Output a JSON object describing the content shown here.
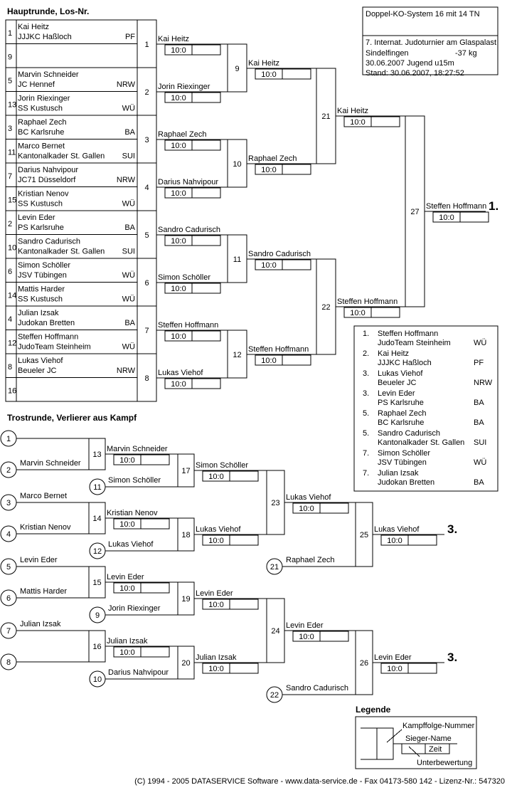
{
  "main": {
    "title": "Hauptrunde, Los-Nr.",
    "draw": [
      {
        "los": "1",
        "name": "Kai Heitz",
        "club": "JJJKC Haßloch",
        "region": "PF"
      },
      {
        "los": "9",
        "name": "",
        "club": "",
        "region": ""
      },
      {
        "los": "5",
        "name": "Marvin Schneider",
        "club": "JC Hennef",
        "region": "NRW"
      },
      {
        "los": "13",
        "name": "Jorin Riexinger",
        "club": "SS Kustusch",
        "region": "WÜ"
      },
      {
        "los": "3",
        "name": "Raphael Zech",
        "club": "BC Karlsruhe",
        "region": "BA"
      },
      {
        "los": "11",
        "name": "Marco Bernet",
        "club": "Kantonalkader St. Gallen",
        "region": "SUI"
      },
      {
        "los": "7",
        "name": "Darius Nahvipour",
        "club": "JC71 Düsseldorf",
        "region": "NRW"
      },
      {
        "los": "15",
        "name": "Kristian Nenov",
        "club": "SS Kustusch",
        "region": "WÜ"
      },
      {
        "los": "2",
        "name": "Levin Eder",
        "club": "PS Karlsruhe",
        "region": "BA"
      },
      {
        "los": "10",
        "name": "Sandro Cadurisch",
        "club": "Kantonalkader St. Gallen",
        "region": "SUI"
      },
      {
        "los": "6",
        "name": "Simon Schöller",
        "club": "JSV Tübingen",
        "region": "WÜ"
      },
      {
        "los": "14",
        "name": "Mattis Harder",
        "club": "SS Kustusch",
        "region": "WÜ"
      },
      {
        "los": "4",
        "name": "Julian Izsak",
        "club": "Judokan Bretten",
        "region": "BA"
      },
      {
        "los": "12",
        "name": "Steffen Hoffmann",
        "club": "JudoTeam Steinheim",
        "region": "WÜ"
      },
      {
        "los": "8",
        "name": "Lukas Viehof",
        "club": "Beueler JC",
        "region": "NRW"
      },
      {
        "los": "16",
        "name": "",
        "club": "",
        "region": ""
      }
    ],
    "round1": [
      {
        "num": "1",
        "winner": "Kai Heitz",
        "score": "10:0"
      },
      {
        "num": "2",
        "winner": "Jorin Riexinger",
        "score": "10:0"
      },
      {
        "num": "3",
        "winner": "Raphael Zech",
        "score": "10:0"
      },
      {
        "num": "4",
        "winner": "Darius Nahvipour",
        "score": "10:0"
      },
      {
        "num": "5",
        "winner": "Sandro Cadurisch",
        "score": "10:0"
      },
      {
        "num": "6",
        "winner": "Simon Schöller",
        "score": "10:0"
      },
      {
        "num": "7",
        "winner": "Steffen Hoffmann",
        "score": "10:0"
      },
      {
        "num": "8",
        "winner": "Lukas Viehof",
        "score": "10:0"
      }
    ],
    "round2": [
      {
        "num": "9",
        "winner": "Kai Heitz",
        "score": "10:0"
      },
      {
        "num": "10",
        "winner": "Raphael Zech",
        "score": "10:0"
      },
      {
        "num": "11",
        "winner": "Sandro Cadurisch",
        "score": "10:0"
      },
      {
        "num": "12",
        "winner": "Steffen Hoffmann",
        "score": "10:0"
      }
    ],
    "round3": [
      {
        "num": "21",
        "winner": "Kai Heitz",
        "score": "10:0"
      },
      {
        "num": "22",
        "winner": "Steffen Hoffmann",
        "score": "10:0"
      }
    ],
    "final": {
      "num": "27",
      "winner": "Steffen Hoffmann",
      "score": "10:0",
      "place": "1."
    }
  },
  "info": {
    "title": "Doppel-KO-System 16 mit 14 TN",
    "event": "7. Internat. Judoturnier am Glaspalast",
    "location": "Sindelfingen",
    "weight": "-37 kg",
    "date_class": "30.06.2007   Jugend u15m",
    "status": "Stand: 30.06.2007, 18:27:52"
  },
  "results": [
    {
      "rank": "1.",
      "name": "Steffen Hoffmann",
      "club": "JudoTeam Steinheim",
      "region": "WÜ"
    },
    {
      "rank": "2.",
      "name": "Kai Heitz",
      "club": "JJJKC Haßloch",
      "region": "PF"
    },
    {
      "rank": "3.",
      "name": "Lukas Viehof",
      "club": "Beueler JC",
      "region": "NRW"
    },
    {
      "rank": "3.",
      "name": "Levin Eder",
      "club": "PS Karlsruhe",
      "region": "BA"
    },
    {
      "rank": "5.",
      "name": "Raphael Zech",
      "club": "BC Karlsruhe",
      "region": "BA"
    },
    {
      "rank": "5.",
      "name": "Sandro Cadurisch",
      "club": "Kantonalkader St. Gallen",
      "region": "SUI"
    },
    {
      "rank": "7.",
      "name": "Simon Schöller",
      "club": "JSV Tübingen",
      "region": "WÜ"
    },
    {
      "rank": "7.",
      "name": "Julian Izsak",
      "club": "Judokan Bretten",
      "region": "BA"
    }
  ],
  "consolation": {
    "title": "Trostrunde, Verlierer aus Kampf",
    "entries": [
      {
        "circle": "1",
        "name": ""
      },
      {
        "circle": "2",
        "name": "Marvin Schneider"
      },
      {
        "circle": "3",
        "name": "Marco Bernet"
      },
      {
        "circle": "4",
        "name": "Kristian Nenov"
      },
      {
        "circle": "5",
        "name": "Levin Eder"
      },
      {
        "circle": "6",
        "name": "Mattis Harder"
      },
      {
        "circle": "7",
        "name": "Julian Izsak"
      },
      {
        "circle": "8",
        "name": ""
      }
    ],
    "feeds": [
      {
        "circle": "11",
        "name": "Simon Schöller"
      },
      {
        "circle": "12",
        "name": "Lukas Viehof"
      },
      {
        "circle": "9",
        "name": "Jorin Riexinger"
      },
      {
        "circle": "10",
        "name": "Darius Nahvipour"
      },
      {
        "circle": "21",
        "name": "Raphael Zech"
      },
      {
        "circle": "22",
        "name": "Sandro Cadurisch"
      }
    ],
    "matches": [
      {
        "num": "13",
        "winner": "Marvin Schneider",
        "score": "10:0"
      },
      {
        "num": "14",
        "winner": "Kristian Nenov",
        "score": "10:0"
      },
      {
        "num": "15",
        "winner": "Levin Eder",
        "score": "10:0"
      },
      {
        "num": "16",
        "winner": "Julian Izsak",
        "score": "10:0"
      },
      {
        "num": "17",
        "winner": "Simon Schöller",
        "score": "10:0"
      },
      {
        "num": "18",
        "winner": "Lukas Viehof",
        "score": "10:0"
      },
      {
        "num": "19",
        "winner": "Levin Eder",
        "score": "10:0"
      },
      {
        "num": "20",
        "winner": "Julian Izsak",
        "score": "10:0"
      },
      {
        "num": "23",
        "winner": "Lukas Viehof",
        "score": "10:0"
      },
      {
        "num": "24",
        "winner": "Levin Eder",
        "score": "10:0"
      },
      {
        "num": "25",
        "winner": "Lukas Viehof",
        "score": "10:0",
        "place": "3."
      },
      {
        "num": "26",
        "winner": "Levin Eder",
        "score": "10:0",
        "place": "3."
      }
    ]
  },
  "legend": {
    "title": "Legende",
    "fight_number": "Kampffolge-Nummer",
    "winner_name": "Sieger-Name",
    "time": "Zeit",
    "sub_score": "Unterbewertung"
  },
  "footer": "(C) 1994 - 2005 DATASERVICE Software - www.data-service.de - Fax 04173-580 142 - Lizenz-Nr.: 547320"
}
